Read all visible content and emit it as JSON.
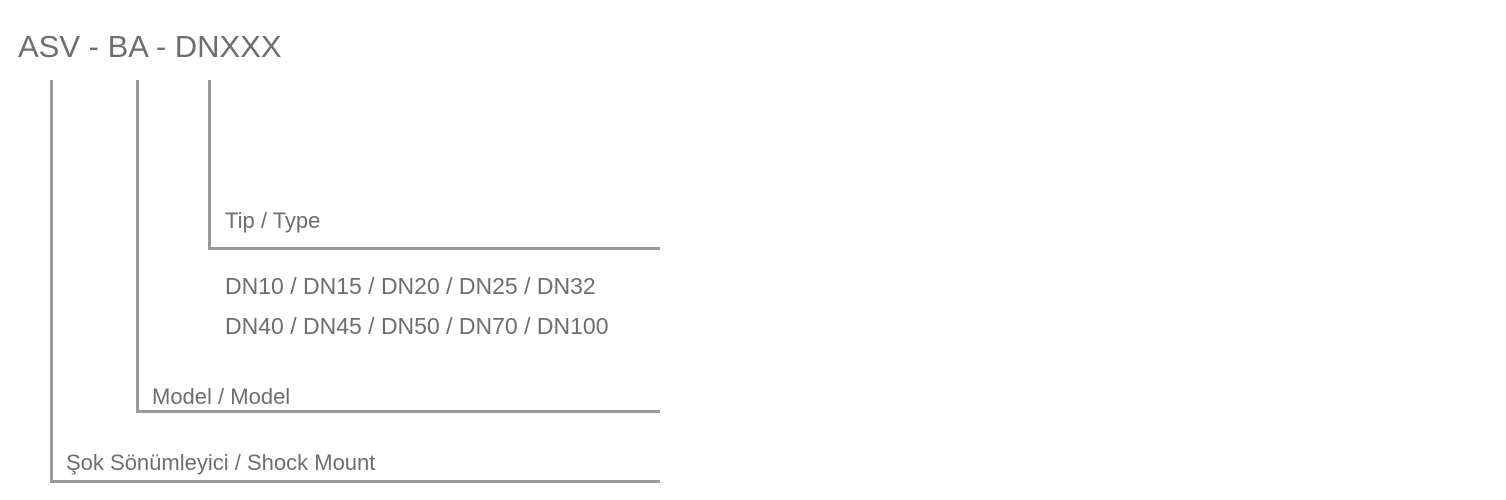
{
  "title": "ASV - BA - DNXXX",
  "levels": {
    "type": {
      "tr": "Tip",
      "sep": " / ",
      "en": "Type"
    },
    "model": {
      "tr": "Model",
      "sep": " / ",
      "en": "Model"
    },
    "shock": {
      "tr": "Şok Sönümleyici",
      "sep": " / ",
      "en": "Shock Mount"
    }
  },
  "sizes": [
    "DN10 / DN15 / DN20 / DN25 / DN32",
    "DN40 / DN45 / DN50 / DN70 / DN100"
  ]
}
